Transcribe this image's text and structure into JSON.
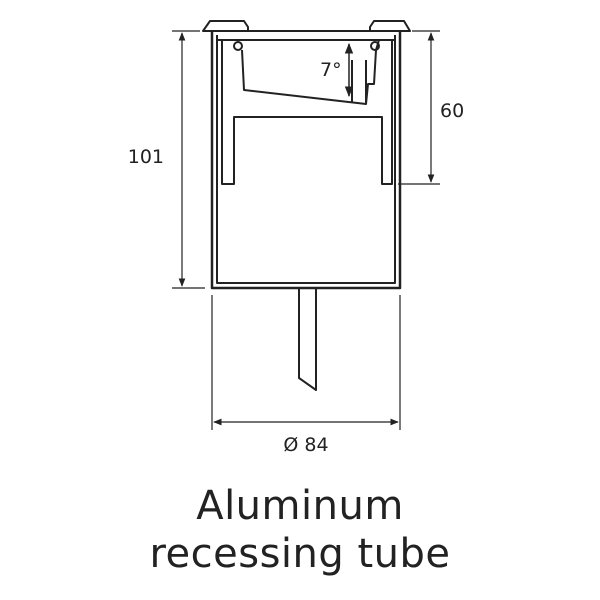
{
  "dimensions": {
    "height_total": "101",
    "height_upper": "60",
    "tilt_angle": "7°",
    "diameter": "Ø 84"
  },
  "caption": {
    "line1": "Aluminum",
    "line2": "recessing tube"
  },
  "colors": {
    "outline": "#222222",
    "background": "#ffffff"
  }
}
